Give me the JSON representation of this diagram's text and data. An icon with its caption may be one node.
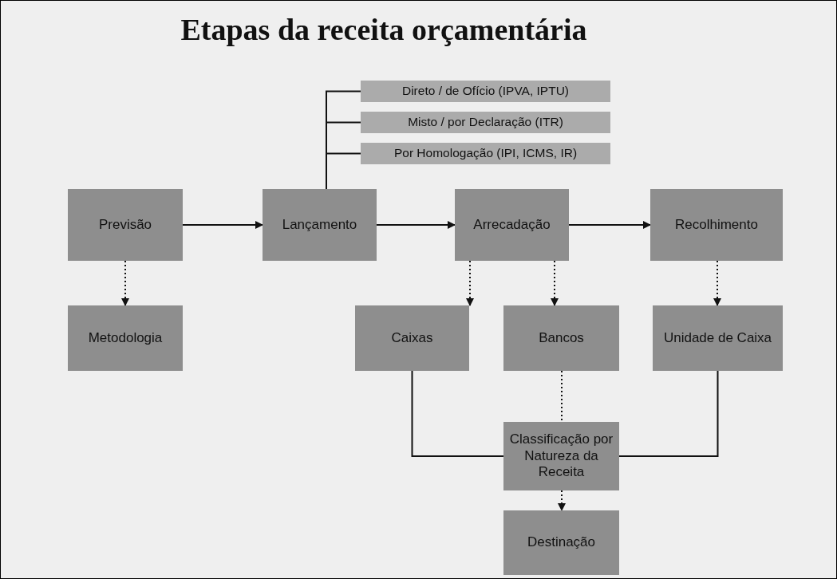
{
  "diagram": {
    "title": "Etapas da receita orçamentária",
    "nodes": [
      {
        "text": [
          "Direto / de Ofício (IPVA, IPTU)"
        ]
      },
      {
        "text": [
          "Misto / por Declaração (ITR)"
        ]
      },
      {
        "text": [
          "Por Homologação (IPI, ICMS, IR)"
        ]
      },
      {
        "text": [
          "Previsão"
        ]
      },
      {
        "text": [
          "Lançamento"
        ]
      },
      {
        "text": [
          "Arrecadação"
        ]
      },
      {
        "text": [
          "Recolhimento"
        ]
      },
      {
        "text": [
          "Metodologia"
        ]
      },
      {
        "text": [
          "Caixas"
        ]
      },
      {
        "text": [
          "Bancos"
        ]
      },
      {
        "text": [
          "Unidade de Caixa"
        ]
      },
      {
        "text": [
          "Classificação por Natureza da Receita"
        ]
      },
      {
        "text": [
          "Destinação"
        ]
      }
    ],
    "edges": [
      {
        "from": 3,
        "to": 4,
        "arrow": "to"
      },
      {
        "from": 4,
        "to": 5,
        "arrow": "to"
      },
      {
        "from": 5,
        "to": 6,
        "arrow": "to"
      },
      {
        "from": 4,
        "to": 0,
        "arrow": "none"
      },
      {
        "from": 4,
        "to": 1,
        "arrow": "none"
      },
      {
        "from": 4,
        "to": 2,
        "arrow": "none"
      },
      {
        "from": 3,
        "to": 7,
        "arrow": "to",
        "style": "dashed"
      },
      {
        "from": 5,
        "to": 8,
        "arrow": "to",
        "style": "dashed"
      },
      {
        "from": 5,
        "to": 9,
        "arrow": "to",
        "style": "dashed"
      },
      {
        "from": 6,
        "to": 10,
        "arrow": "to",
        "style": "dashed"
      },
      {
        "from": 8,
        "to": 11,
        "arrow": "none"
      },
      {
        "from": 9,
        "to": 11,
        "arrow": "none",
        "style": "dashed"
      },
      {
        "from": 10,
        "to": 11,
        "arrow": "none"
      },
      {
        "from": 11,
        "to": 12,
        "arrow": "to",
        "style": "dashed"
      }
    ]
  }
}
